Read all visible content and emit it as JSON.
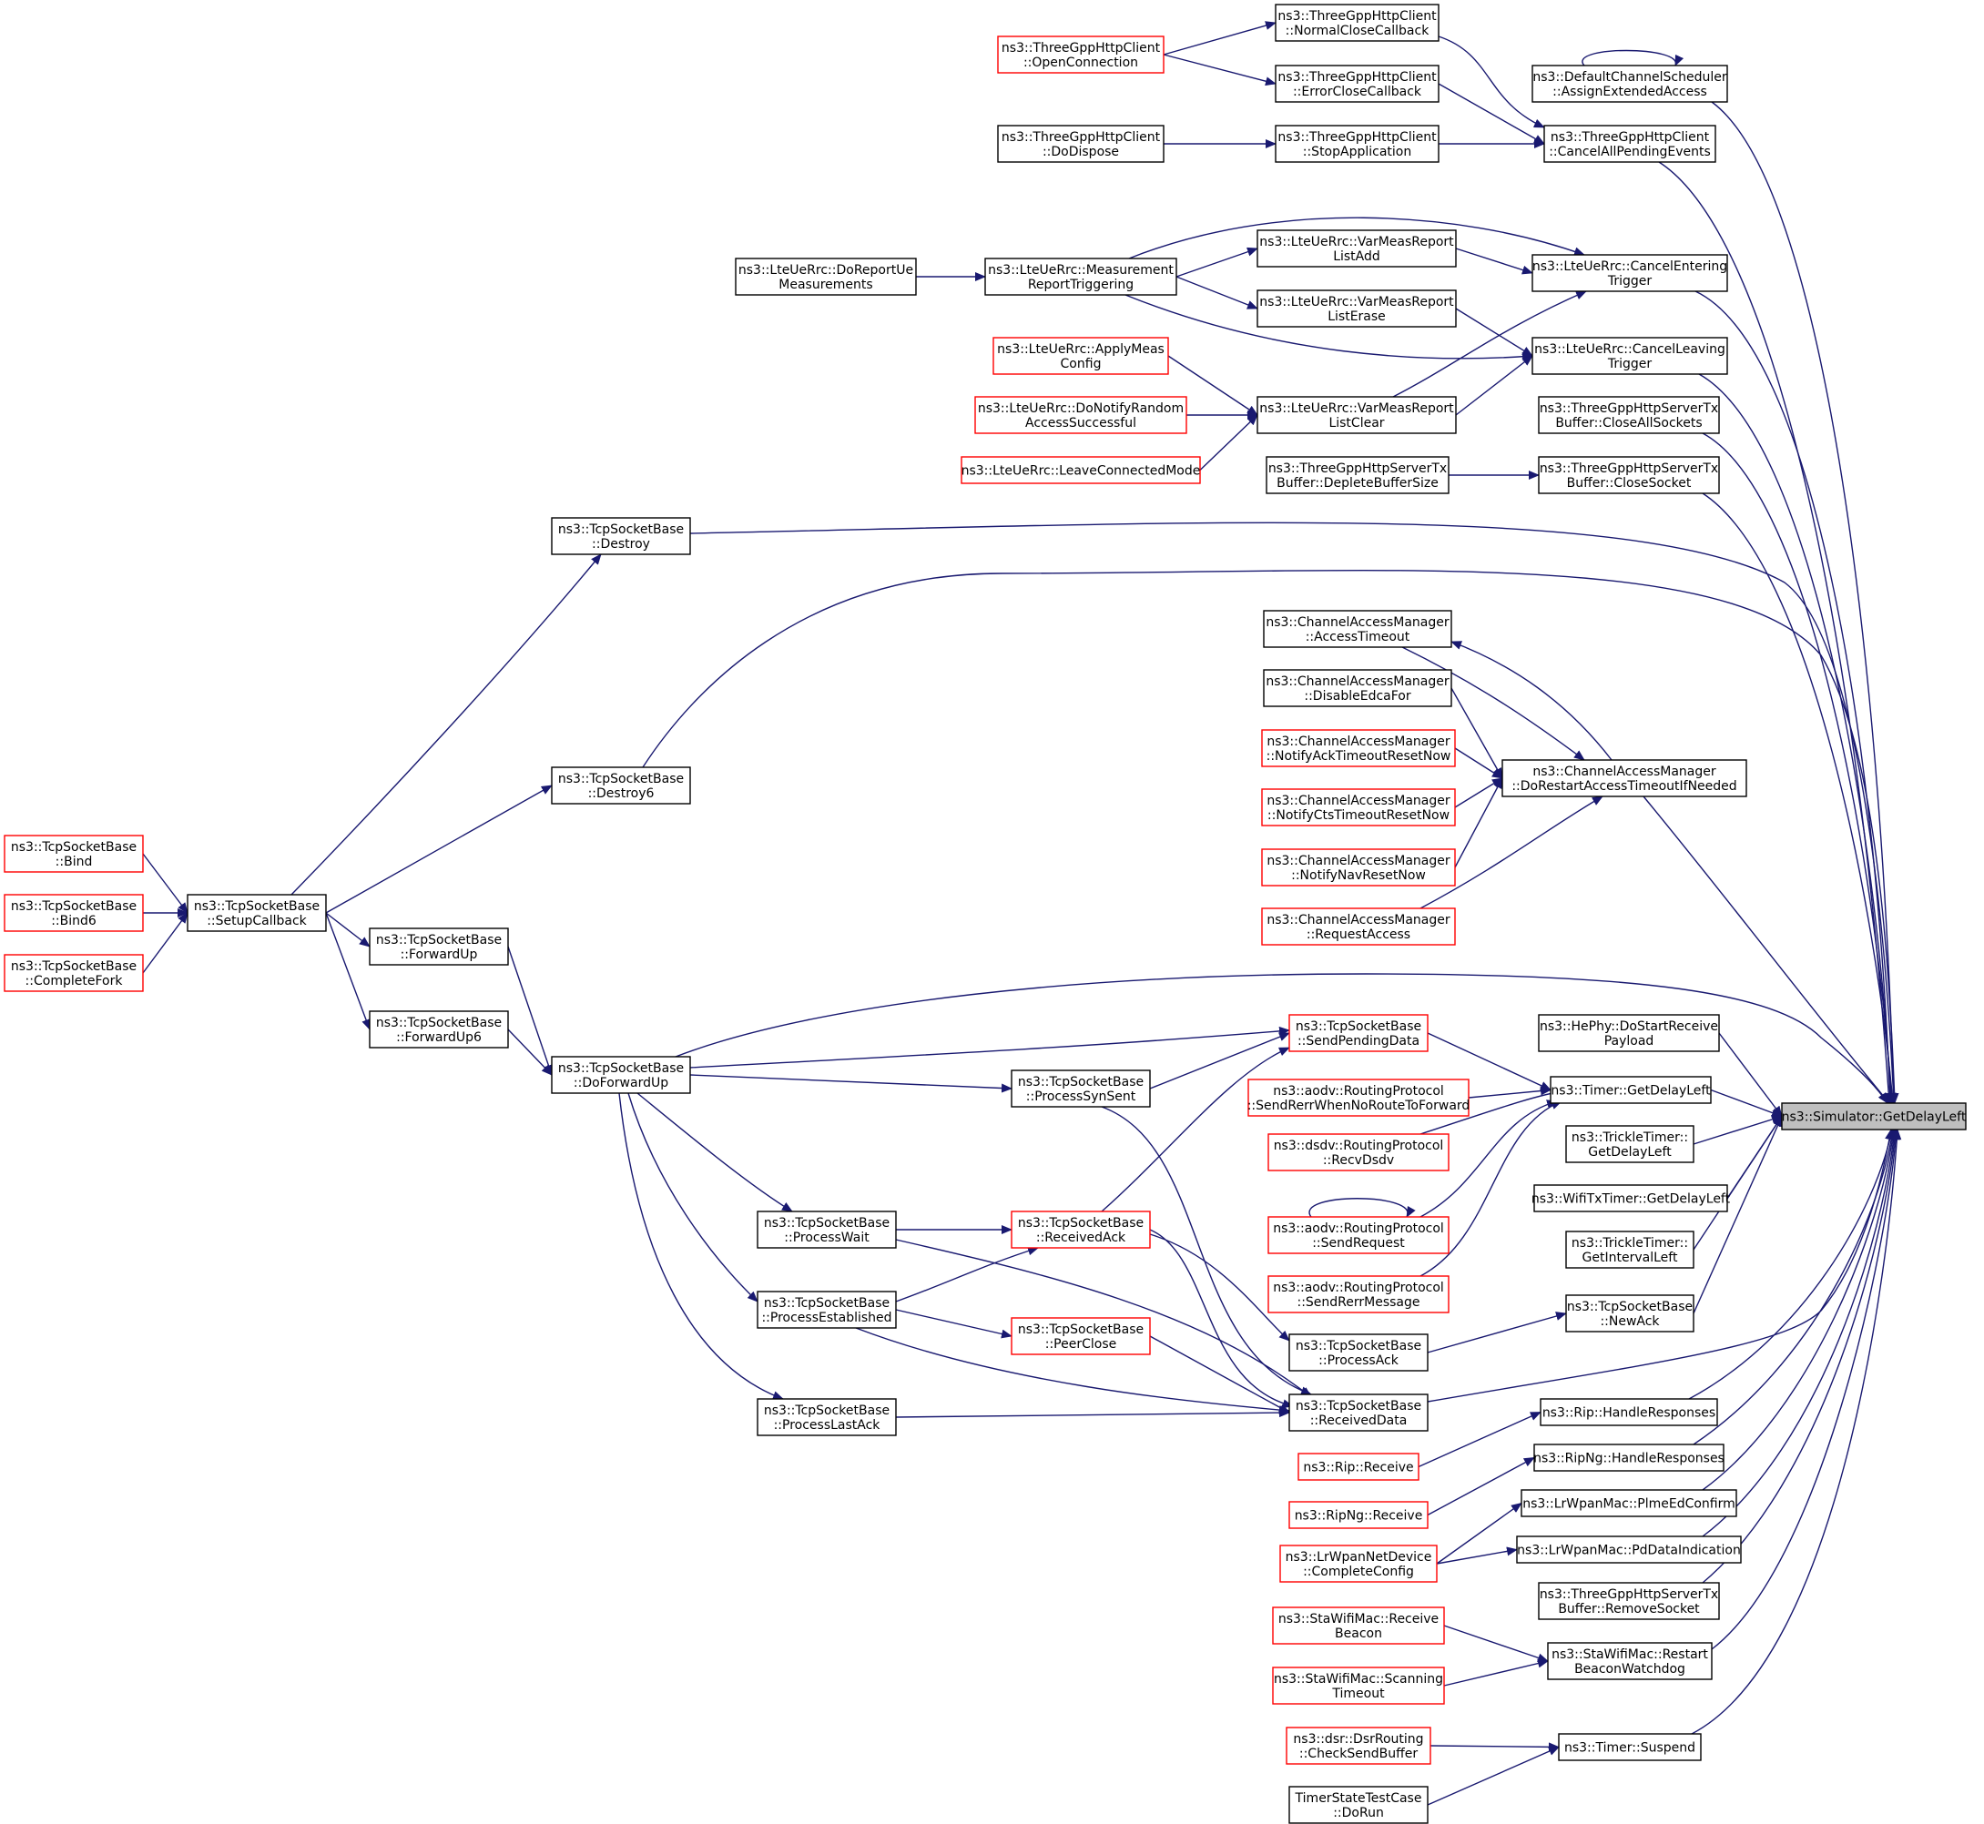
{
  "title": "",
  "colors": {
    "edge": "#191970",
    "node_border": "#000000",
    "node_border_truncated": "#ff0000",
    "node_fill": "#ffffff",
    "focus_fill": "#bfbfbf"
  },
  "nodes": [
    {
      "id": "getdelayleft_sim",
      "label": "ns3::Simulator::GetDelayLeft",
      "kind": "focus"
    },
    {
      "id": "nc_cb",
      "label": "ns3::ThreeGppHttpClient\n::NormalCloseCallback",
      "kind": "normal"
    },
    {
      "id": "open_conn",
      "label": "ns3::ThreeGppHttpClient\n::OpenConnection",
      "kind": "truncated"
    },
    {
      "id": "err_cb",
      "label": "ns3::ThreeGppHttpClient\n::ErrorCloseCallback",
      "kind": "normal"
    },
    {
      "id": "dodispose",
      "label": "ns3::ThreeGppHttpClient\n::DoDispose",
      "kind": "normal"
    },
    {
      "id": "stopapp",
      "label": "ns3::ThreeGppHttpClient\n::StopApplication",
      "kind": "normal"
    },
    {
      "id": "cancelall",
      "label": "ns3::ThreeGppHttpClient\n::CancelAllPendingEvents",
      "kind": "normal"
    },
    {
      "id": "dcs_aea",
      "label": "ns3::DefaultChannelScheduler\n::AssignExtendedAccess",
      "kind": "normal"
    },
    {
      "id": "doreportue",
      "label": "ns3::LteUeRrc::DoReportUe\nMeasurements",
      "kind": "normal"
    },
    {
      "id": "measrep",
      "label": "ns3::LteUeRrc::Measurement\nReportTriggering",
      "kind": "normal"
    },
    {
      "id": "vmr_add",
      "label": "ns3::LteUeRrc::VarMeasReport\nListAdd",
      "kind": "normal"
    },
    {
      "id": "vmr_erase",
      "label": "ns3::LteUeRrc::VarMeasReport\nListErase",
      "kind": "normal"
    },
    {
      "id": "cancel_enter",
      "label": "ns3::LteUeRrc::CancelEntering\nTrigger",
      "kind": "normal"
    },
    {
      "id": "cancel_leave",
      "label": "ns3::LteUeRrc::CancelLeaving\nTrigger",
      "kind": "normal"
    },
    {
      "id": "applymeas",
      "label": "ns3::LteUeRrc::ApplyMeas\nConfig",
      "kind": "truncated"
    },
    {
      "id": "donotify",
      "label": "ns3::LteUeRrc::DoNotifyRandom\nAccessSuccessful",
      "kind": "truncated"
    },
    {
      "id": "leaveconn",
      "label": "ns3::LteUeRrc::LeaveConnectedMode",
      "kind": "truncated"
    },
    {
      "id": "vmr_clear",
      "label": "ns3::LteUeRrc::VarMeasReport\nListClear",
      "kind": "normal"
    },
    {
      "id": "closeall",
      "label": "ns3::ThreeGppHttpServerTx\nBuffer::CloseAllSockets",
      "kind": "normal"
    },
    {
      "id": "deplete",
      "label": "ns3::ThreeGppHttpServerTx\nBuffer::DepleteBufferSize",
      "kind": "normal"
    },
    {
      "id": "closesock",
      "label": "ns3::ThreeGppHttpServerTx\nBuffer::CloseSocket",
      "kind": "normal"
    },
    {
      "id": "destroy",
      "label": "ns3::TcpSocketBase\n::Destroy",
      "kind": "normal"
    },
    {
      "id": "destroy6",
      "label": "ns3::TcpSocketBase\n::Destroy6",
      "kind": "normal"
    },
    {
      "id": "cam_at",
      "label": "ns3::ChannelAccessManager\n::AccessTimeout",
      "kind": "normal"
    },
    {
      "id": "cam_de",
      "label": "ns3::ChannelAccessManager\n::DisableEdcaFor",
      "kind": "normal"
    },
    {
      "id": "cam_nack",
      "label": "ns3::ChannelAccessManager\n::NotifyAckTimeoutResetNow",
      "kind": "truncated"
    },
    {
      "id": "cam_ncts",
      "label": "ns3::ChannelAccessManager\n::NotifyCtsTimeoutResetNow",
      "kind": "truncated"
    },
    {
      "id": "cam_nnav",
      "label": "ns3::ChannelAccessManager\n::NotifyNavResetNow",
      "kind": "truncated"
    },
    {
      "id": "cam_req",
      "label": "ns3::ChannelAccessManager\n::RequestAccess",
      "kind": "truncated"
    },
    {
      "id": "cam_dor",
      "label": "ns3::ChannelAccessManager\n::DoRestartAccessTimeoutIfNeeded",
      "kind": "normal"
    },
    {
      "id": "bind",
      "label": "ns3::TcpSocketBase\n::Bind",
      "kind": "truncated"
    },
    {
      "id": "bind6",
      "label": "ns3::TcpSocketBase\n::Bind6",
      "kind": "truncated"
    },
    {
      "id": "completefork",
      "label": "ns3::TcpSocketBase\n::CompleteFork",
      "kind": "truncated"
    },
    {
      "id": "setupcb",
      "label": "ns3::TcpSocketBase\n::SetupCallback",
      "kind": "normal"
    },
    {
      "id": "fwdup",
      "label": "ns3::TcpSocketBase\n::ForwardUp",
      "kind": "normal"
    },
    {
      "id": "fwdup6",
      "label": "ns3::TcpSocketBase\n::ForwardUp6",
      "kind": "normal"
    },
    {
      "id": "doforwardup",
      "label": "ns3::TcpSocketBase\n::DoForwardUp",
      "kind": "normal"
    },
    {
      "id": "sendpending",
      "label": "ns3::TcpSocketBase\n::SendPendingData",
      "kind": "truncated"
    },
    {
      "id": "procsynsent",
      "label": "ns3::TcpSocketBase\n::ProcessSynSent",
      "kind": "normal"
    },
    {
      "id": "hephy",
      "label": "ns3::HePhy::DoStartReceive\nPayload",
      "kind": "normal"
    },
    {
      "id": "aodv_serr",
      "label": "ns3::aodv::RoutingProtocol\n::SendRerrWhenNoRouteToForward",
      "kind": "truncated"
    },
    {
      "id": "timer_gdl",
      "label": "ns3::Timer::GetDelayLeft",
      "kind": "normal"
    },
    {
      "id": "dsdv_recv",
      "label": "ns3::dsdv::RoutingProtocol\n::RecvDsdv",
      "kind": "truncated"
    },
    {
      "id": "trickle_gdl",
      "label": "ns3::TrickleTimer::\nGetDelayLeft",
      "kind": "normal"
    },
    {
      "id": "wifitx",
      "label": "ns3::WifiTxTimer::GetDelayLeft",
      "kind": "normal"
    },
    {
      "id": "aodv_sreq",
      "label": "ns3::aodv::RoutingProtocol\n::SendRequest",
      "kind": "truncated"
    },
    {
      "id": "trickle_gil",
      "label": "ns3::TrickleTimer::\nGetIntervalLeft",
      "kind": "normal"
    },
    {
      "id": "aodv_srerr",
      "label": "ns3::aodv::RoutingProtocol\n::SendRerrMessage",
      "kind": "truncated"
    },
    {
      "id": "procwait",
      "label": "ns3::TcpSocketBase\n::ProcessWait",
      "kind": "normal"
    },
    {
      "id": "recvack",
      "label": "ns3::TcpSocketBase\n::ReceivedAck",
      "kind": "truncated"
    },
    {
      "id": "procest",
      "label": "ns3::TcpSocketBase\n::ProcessEstablished",
      "kind": "normal"
    },
    {
      "id": "peerclose",
      "label": "ns3::TcpSocketBase\n::PeerClose",
      "kind": "truncated"
    },
    {
      "id": "procack",
      "label": "ns3::TcpSocketBase\n::ProcessAck",
      "kind": "normal"
    },
    {
      "id": "newack",
      "label": "ns3::TcpSocketBase\n::NewAck",
      "kind": "normal"
    },
    {
      "id": "proclastack",
      "label": "ns3::TcpSocketBase\n::ProcessLastAck",
      "kind": "normal"
    },
    {
      "id": "recvdata",
      "label": "ns3::TcpSocketBase\n::ReceivedData",
      "kind": "normal"
    },
    {
      "id": "rip_hr",
      "label": "ns3::Rip::HandleResponses",
      "kind": "normal"
    },
    {
      "id": "rip_recv",
      "label": "ns3::Rip::Receive",
      "kind": "truncated"
    },
    {
      "id": "ripng_hr",
      "label": "ns3::RipNg::HandleResponses",
      "kind": "normal"
    },
    {
      "id": "ripng_recv",
      "label": "ns3::RipNg::Receive",
      "kind": "truncated"
    },
    {
      "id": "lrw_plme",
      "label": "ns3::LrWpanMac::PlmeEdConfirm",
      "kind": "normal"
    },
    {
      "id": "lrw_pd",
      "label": "ns3::LrWpanMac::PdDataIndication",
      "kind": "normal"
    },
    {
      "id": "lrw_cc",
      "label": "ns3::LrWpanNetDevice\n::CompleteConfig",
      "kind": "truncated"
    },
    {
      "id": "removesock",
      "label": "ns3::ThreeGppHttpServerTx\nBuffer::RemoveSocket",
      "kind": "normal"
    },
    {
      "id": "sta_rb",
      "label": "ns3::StaWifiMac::Receive\nBeacon",
      "kind": "truncated"
    },
    {
      "id": "sta_rbw",
      "label": "ns3::StaWifiMac::Restart\nBeaconWatchdog",
      "kind": "normal"
    },
    {
      "id": "sta_st",
      "label": "ns3::StaWifiMac::Scanning\nTimeout",
      "kind": "truncated"
    },
    {
      "id": "dsr_csb",
      "label": "ns3::dsr::DsrRouting\n::CheckSendBuffer",
      "kind": "truncated"
    },
    {
      "id": "timer_susp",
      "label": "ns3::Timer::Suspend",
      "kind": "normal"
    },
    {
      "id": "tstc",
      "label": "TimerStateTestCase\n::DoRun",
      "kind": "normal"
    }
  ]
}
